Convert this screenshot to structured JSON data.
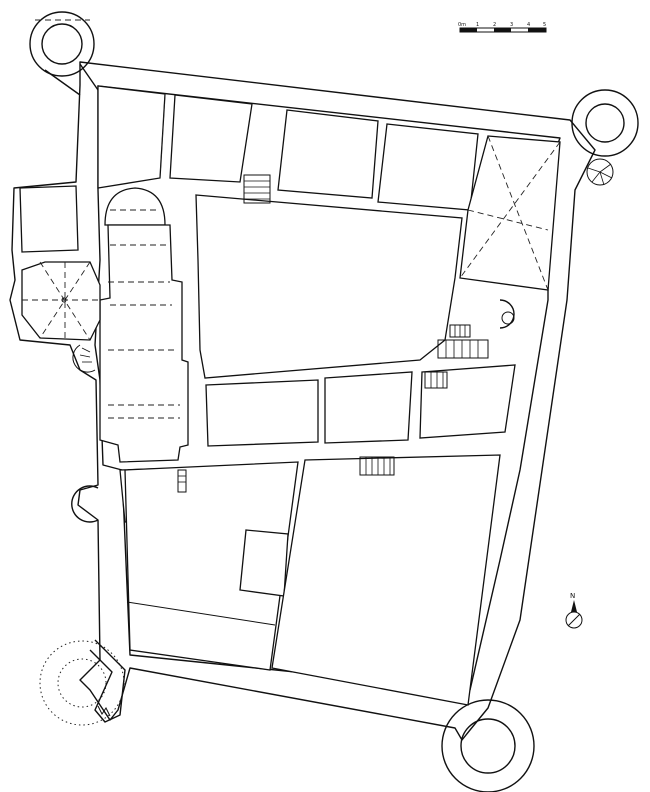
{
  "scale_bar": {
    "unit_label": "0m",
    "ticks": [
      "1",
      "2",
      "3",
      "4",
      "5"
    ]
  },
  "north_arrow": {
    "label": "N"
  }
}
